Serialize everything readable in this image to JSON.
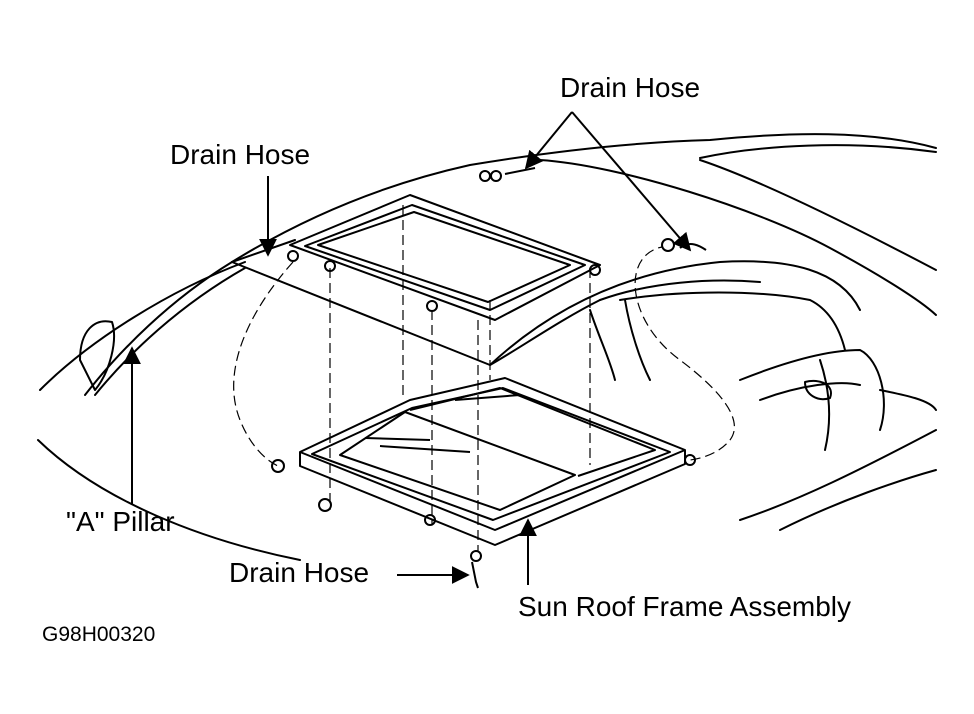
{
  "labels": {
    "drain_hose_top_right": "Drain Hose",
    "drain_hose_top_left": "Drain Hose",
    "a_pillar": "\"A\" Pillar",
    "drain_hose_bottom": "Drain Hose",
    "sun_roof_frame_assembly": "Sun Roof Frame Assembly"
  },
  "figure_code": "G98H00320",
  "colors": {
    "line": "#000000",
    "background": "#ffffff"
  }
}
